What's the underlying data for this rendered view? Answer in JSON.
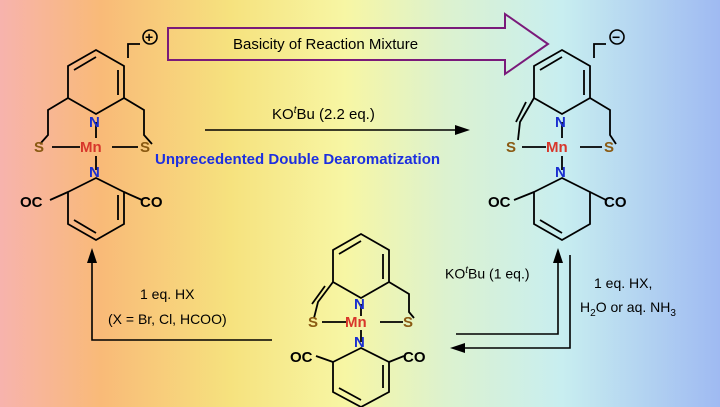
{
  "banner": "Basicity of Reaction Mixture",
  "top_reagent": {
    "pre": "KO",
    "sup": "t",
    "post": "Bu (2.2 eq.)"
  },
  "headline": "Unprecedented Double Dearomatization",
  "left_reagent": {
    "line1": "1 eq. HX",
    "line2": "(X = Br, Cl, HCOO)"
  },
  "mid_reagent": {
    "pre": "KO",
    "sup": "t",
    "post": "Bu (1 eq.)"
  },
  "right_reagent": {
    "line1": "1 eq. HX,",
    "line2a": "H",
    "line2b": "2",
    "line2c": "O or aq. NH",
    "line2d": "3"
  },
  "atoms": {
    "metal": "Mn",
    "nitrogen": "N",
    "sulfur": "S",
    "carbonyl": "CO",
    "carbonyl_left": "OC"
  },
  "charges": {
    "cation": "+",
    "anion": "−"
  },
  "colors": {
    "metal": "#d8362b",
    "nitrogen": "#1a2fd0",
    "sulfur": "#8a5a12",
    "banner_border": "#7a1a7a",
    "headline": "#1c2fe0"
  }
}
